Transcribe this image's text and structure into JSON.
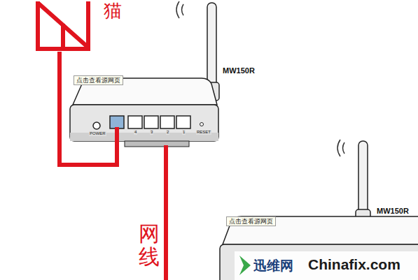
{
  "diagram": {
    "nodes": [
      {
        "text": [
          "猫"
        ]
      },
      {
        "text": [
          "点击查看源网页",
          "MW150R"
        ]
      },
      {
        "text": [
          "点击查看源网页",
          "MW150R"
        ]
      }
    ],
    "edges": [
      {
        "from": 0,
        "to": 1,
        "arrow": "none"
      }
    ],
    "labels": [
      "网线",
      "POWER",
      "RESET",
      "4",
      "3",
      "2",
      "1",
      "迅维网",
      "Chinafix.com"
    ]
  }
}
